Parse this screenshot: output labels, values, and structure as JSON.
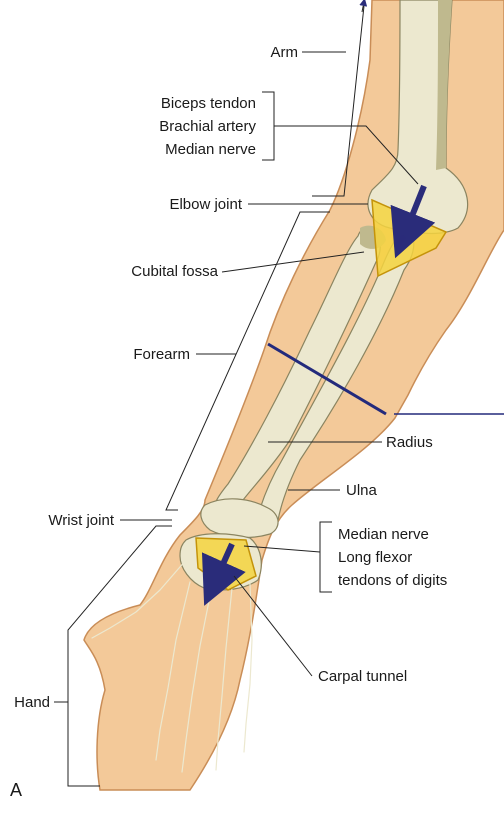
{
  "colors": {
    "skin": "#f3c999",
    "skin_edge": "#c98d57",
    "bone": "#ece8cf",
    "bone_shade": "#bfb98e",
    "bone_edge": "#8a8460",
    "fossa": "#f4d33f",
    "fossa_edge": "#c4930a",
    "arrow": "#2a2c7a",
    "section": "#232a7c",
    "leader": "#222222"
  },
  "labels": {
    "arm": "Arm",
    "biceps_tendon": "Biceps tendon",
    "brachial_artery": "Brachial artery",
    "median_nerve_elbow": "Median nerve",
    "elbow_joint": "Elbow joint",
    "cubital_fossa": "Cubital fossa",
    "forearm": "Forearm",
    "radius": "Radius",
    "ulna": "Ulna",
    "wrist_joint": "Wrist joint",
    "median_nerve_wrist": "Median nerve",
    "long_flexor_1": "Long flexor",
    "long_flexor_2": "tendons of digits",
    "carpal_tunnel": "Carpal tunnel",
    "hand": "Hand",
    "panel": "A"
  }
}
